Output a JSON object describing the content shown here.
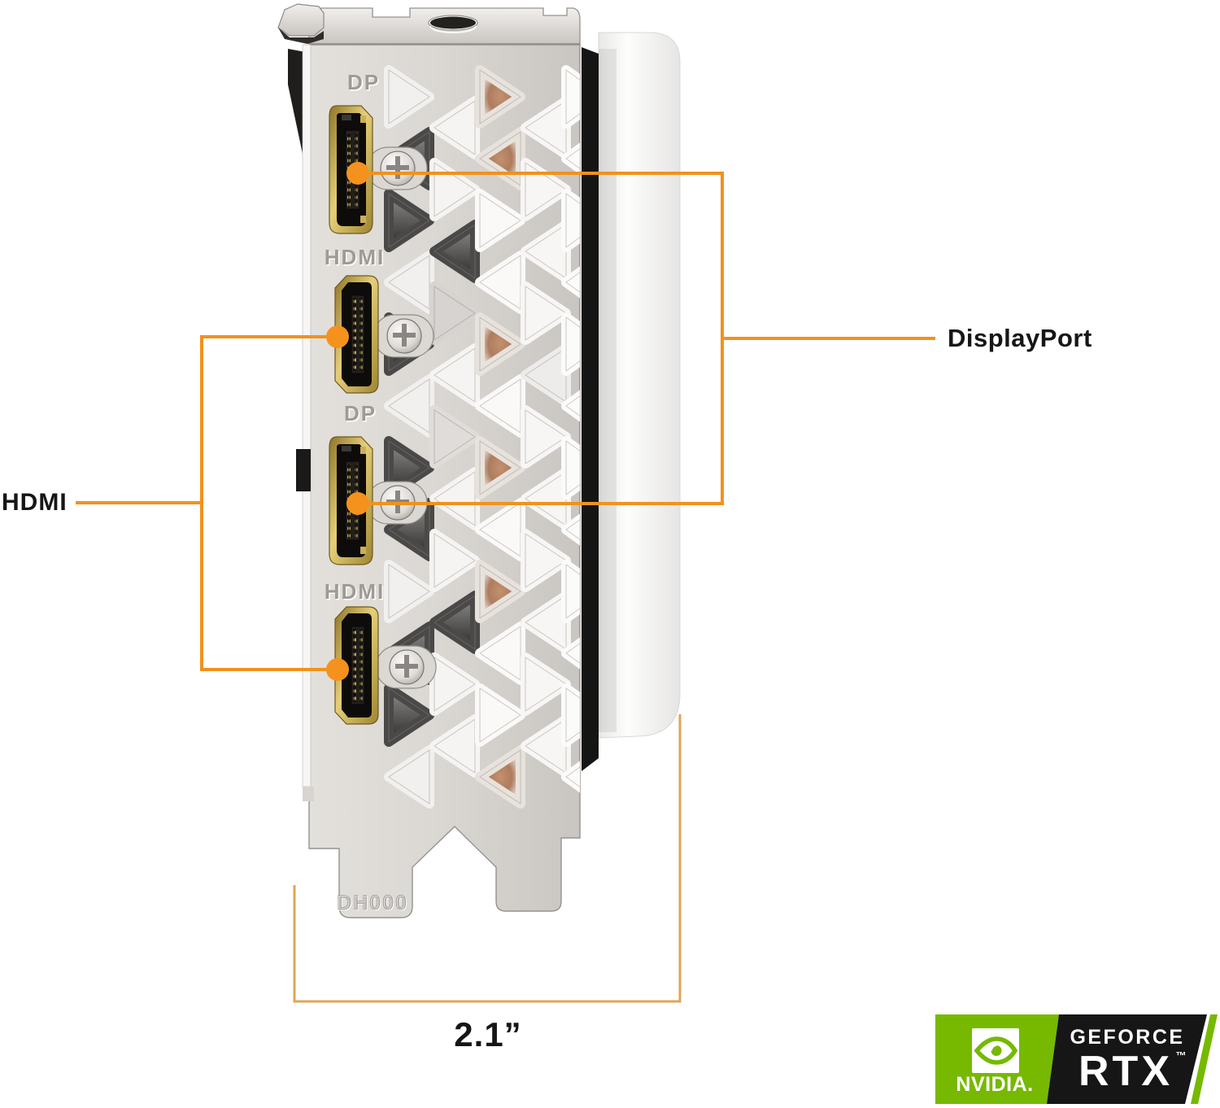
{
  "page": {
    "background": "#FFFFFF"
  },
  "annotations": {
    "hdmi_label": "HDMI",
    "displayport_label": "DisplayPort",
    "measurement_label": "2.1”"
  },
  "bracket": {
    "port_labels": [
      "DP",
      "HDMI",
      "DP",
      "HDMI"
    ],
    "stamp_code": "DH000",
    "port_types_top_to_bottom": [
      "DisplayPort",
      "HDMI",
      "DisplayPort",
      "HDMI"
    ]
  },
  "badge": {
    "brand": "NVIDIA.",
    "product_line": "GEFORCE",
    "product": "RTX",
    "trademark": "™"
  },
  "colors": {
    "annotation_orange": "#F0921E",
    "measurement_tan": "#DFA557",
    "nvidia_green": "#76B900",
    "badge_black": "#161616",
    "label_text": "#161616",
    "port_gold": "#D9C470",
    "bracket_silver": "#D8D5D1"
  }
}
